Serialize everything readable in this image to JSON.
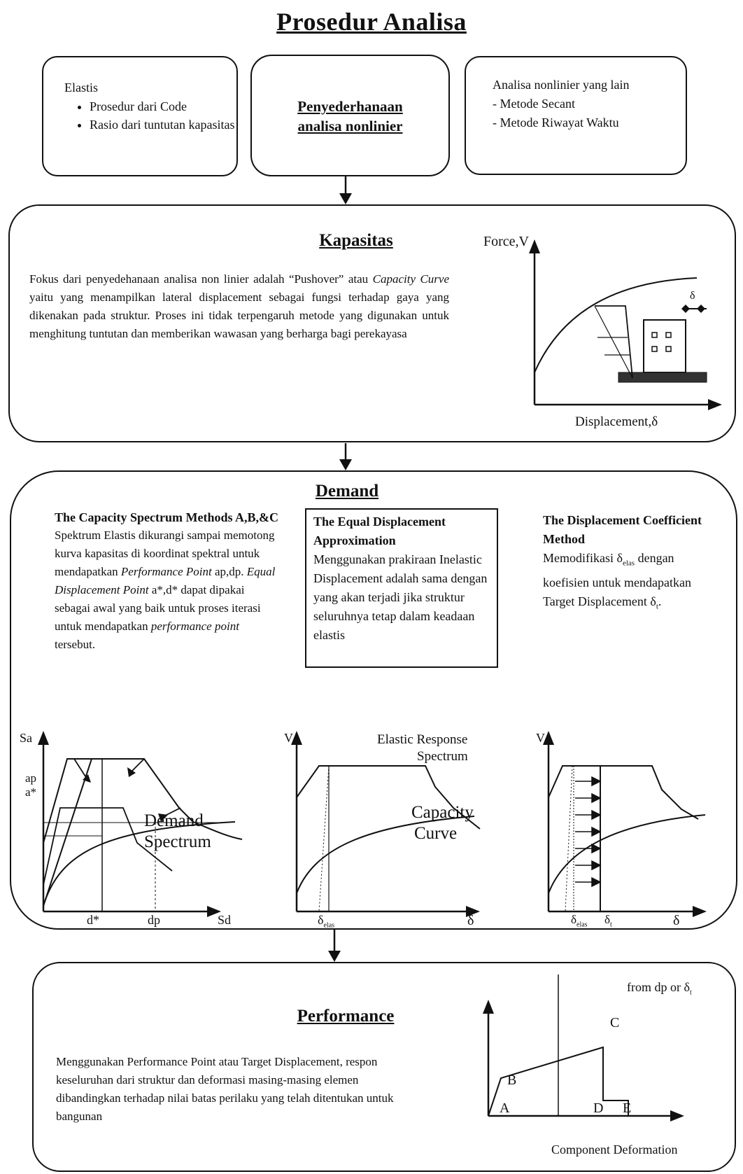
{
  "title": "Prosedur Analisa",
  "top": {
    "left_box": {
      "heading": "Elastis",
      "items": [
        "Prosedur dari Code",
        "Rasio dari tuntutan kapasitas"
      ]
    },
    "center_box": {
      "line1": "Penyederhanaan",
      "line2": "analisa nonlinier"
    },
    "right_box": {
      "heading": "Analisa nonlinier yang lain",
      "items": [
        "-  Metode Secant",
        "-  Metode Riwayat Waktu"
      ]
    }
  },
  "kapasitas": {
    "title": "Kapasitas",
    "text_a": "Fokus dari penyedehanaan analisa non linier adalah “Pushover” atau ",
    "text_italic": "Capacity Curve",
    "text_b": " yaitu yang menampilkan lateral displacement sebagai fungsi terhadap gaya yang dikenakan pada struktur. Proses ini tidak terpengaruh metode yang digunakan untuk menghitung tuntutan dan memberikan wawasan yang berharga bagi perekayasa",
    "graph": {
      "y_label": "Force,V",
      "x_label": "Displacement,δ",
      "delta": "δ"
    }
  },
  "demand": {
    "title": "Demand",
    "col1": {
      "heading": "The Capacity Spectrum Methods A,B,&C",
      "p1": "Spektrum Elastis dikurangi sampai memotong kurva kapasitas di koordinat spektral untuk mendapatkan ",
      "p1_italic": "Performance Point",
      "p2": " ap,dp. ",
      "p2_italic": "Equal Displacement Point",
      "p3": " a*,d* dapat dipakai sebagai awal yang baik untuk proses iterasi untuk mendapatkan ",
      "p3_italic": "performance point",
      "p4": " tersebut."
    },
    "col2": {
      "heading": "The Equal Displacement Approximation",
      "text": "Menggunakan prakiraan Inelastic Displacement adalah sama dengan yang akan terjadi jika struktur seluruhnya tetap dalam keadaan elastis"
    },
    "col3": {
      "heading": "The Displacement Coefficient Method",
      "t1": "Memodifikasi δ",
      "t1_sub": "elas",
      "t2": " dengan koefisien untuk mendapatkan Target Displacement δ",
      "t2_sub": "t",
      "t3": "."
    },
    "graph1": {
      "y_label": "Sa",
      "ap": "ap",
      "astar": "a*",
      "dstar": "d*",
      "dp": "dp",
      "x_label": "Sd",
      "curve_label_1": "Demand",
      "curve_label_2": "Spectrum"
    },
    "graph2": {
      "y_label": "V",
      "spec_label_1": "Elastic Response",
      "spec_label_2": "Spectrum",
      "cap_label_1": "Capacity",
      "cap_label_2": "Curve",
      "x_tick": "δ",
      "x_tick_sub": "elas",
      "x_label": "δ"
    },
    "graph3": {
      "y_label": "V",
      "tick1": "δ",
      "tick1_sub": "elas",
      "tick2": "δ",
      "tick2_sub": "t",
      "x_label": "δ"
    }
  },
  "performance": {
    "title": "Performance",
    "text": "Menggunakan Performance Point atau Target Displacement, respon keseluruhan dari struktur dan deformasi masing-masing elemen dibandingkan terhadap nilai batas perilaku yang telah ditentukan untuk bangunan",
    "graph": {
      "from_label": "from dp or δ",
      "from_sub": "t",
      "points": [
        "A",
        "B",
        "C",
        "D",
        "E"
      ],
      "x_label": "Component Deformation"
    }
  }
}
